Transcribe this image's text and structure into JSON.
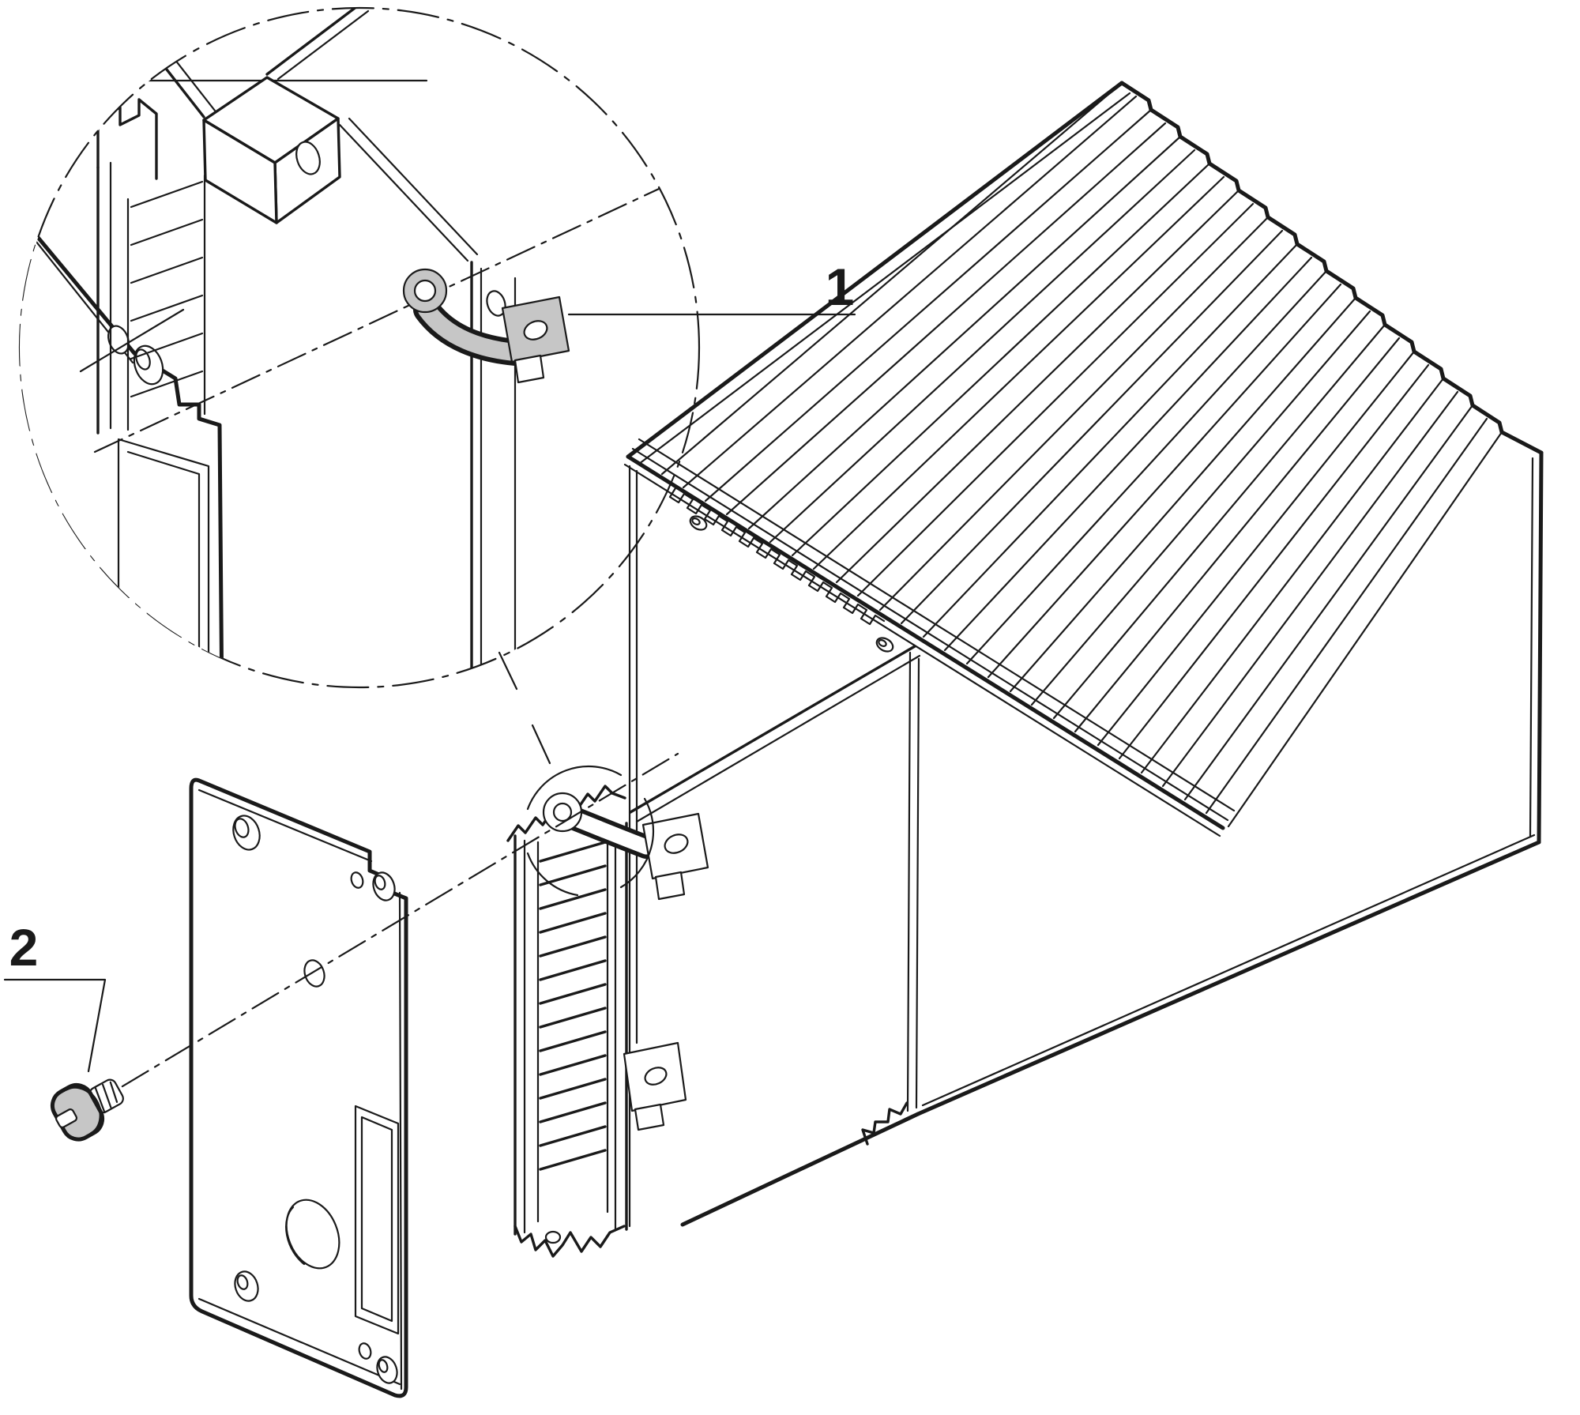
{
  "diagram": {
    "kind": "exploded-assembly-technical-drawing",
    "colors": {
      "line": "#1a1a1a",
      "paper": "#ffffff",
      "highlight": "#c6c6c6"
    },
    "parts": [
      "detail-magnifier-circle",
      "fixing-bracket",
      "front-panel",
      "fastening-screw",
      "pcb-connector-card",
      "finned-heatsink-enclosure"
    ]
  },
  "callouts": {
    "item1": {
      "label": "1"
    },
    "item2": {
      "label": "2"
    }
  }
}
